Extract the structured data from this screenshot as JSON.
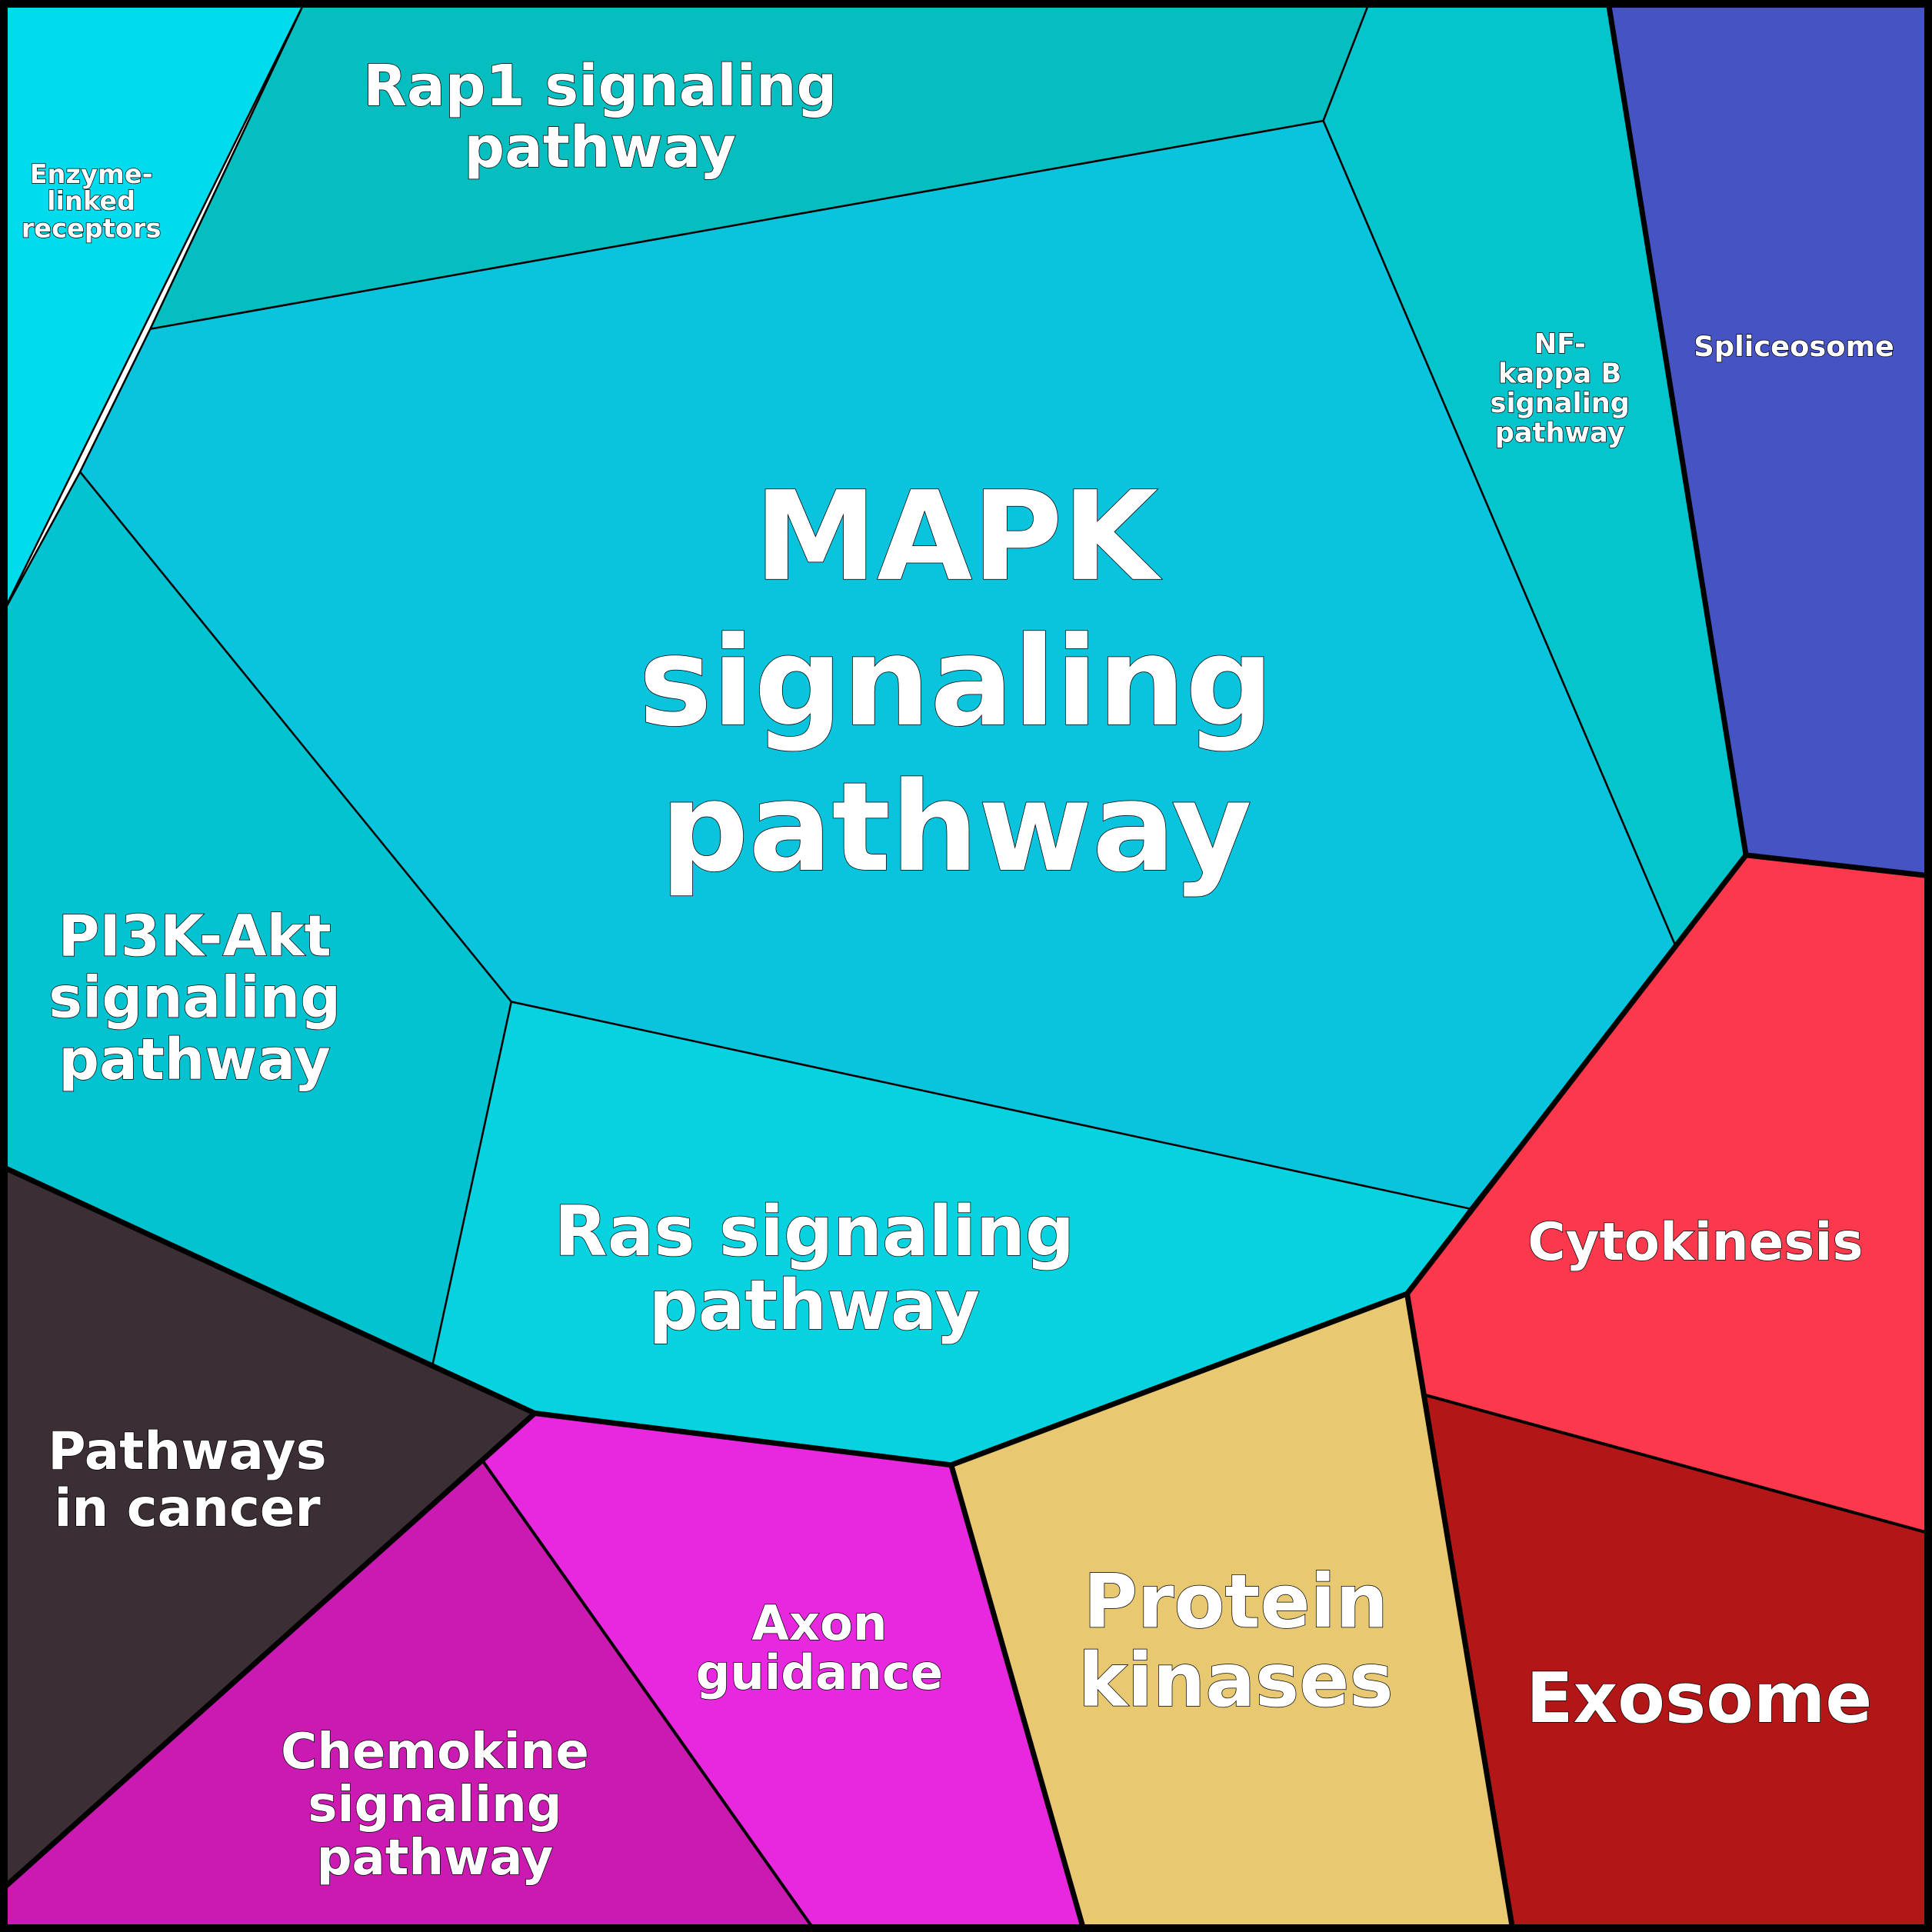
{
  "cells": [
    {
      "id": "mapk",
      "lines": [
        "MAPK",
        "signaling",
        "pathway"
      ],
      "color": "#0AC3DC"
    },
    {
      "id": "rap1",
      "lines": [
        "Rap1 signaling",
        "pathway"
      ],
      "color": "#05BEC0"
    },
    {
      "id": "enzyme",
      "lines": [
        "Enzyme-",
        "linked",
        "receptors"
      ],
      "color": "#00DCEE"
    },
    {
      "id": "nfkb",
      "lines": [
        "NF-",
        "kappa B",
        "signaling",
        "pathway"
      ],
      "color": "#04C4CC"
    },
    {
      "id": "spliceosome",
      "lines": [
        "Spliceosome"
      ],
      "color": "#4653C3"
    },
    {
      "id": "pi3k",
      "lines": [
        "PI3K-Akt",
        "signaling",
        "pathway"
      ],
      "color": "#04C3D0"
    },
    {
      "id": "ras",
      "lines": [
        "Ras signaling",
        "pathway"
      ],
      "color": "#07D3E0"
    },
    {
      "id": "cytokinesis",
      "lines": [
        "Cytokinesis"
      ],
      "color": "#FC394C"
    },
    {
      "id": "cancer",
      "lines": [
        "Pathways",
        "in cancer"
      ],
      "color": "#3C2E35"
    },
    {
      "id": "chemokine",
      "lines": [
        "Chemokine",
        "signaling",
        "pathway"
      ],
      "color": "#CB1AB2"
    },
    {
      "id": "axon",
      "lines": [
        "Axon",
        "guidance"
      ],
      "color": "#E828DF"
    },
    {
      "id": "protein",
      "lines": [
        "Protein",
        "kinases"
      ],
      "color": "#E8C972"
    },
    {
      "id": "exosome",
      "lines": [
        "Exosome"
      ],
      "color": "#B21616"
    }
  ]
}
